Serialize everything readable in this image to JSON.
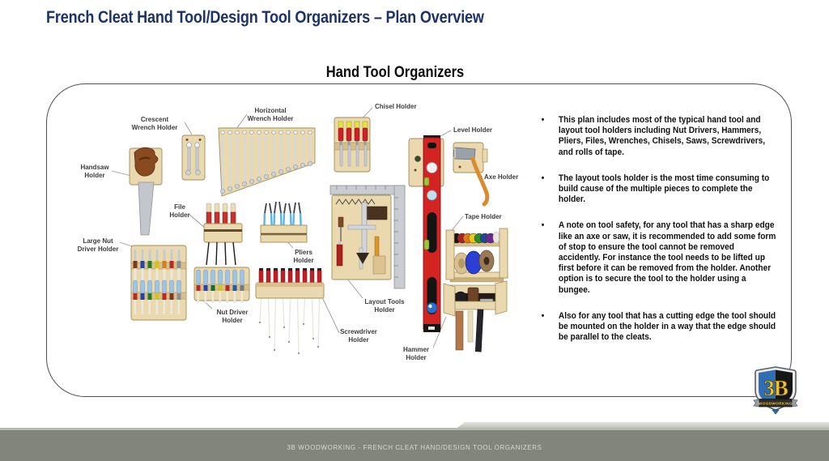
{
  "slide": {
    "title": "French Cleat Hand Tool/Design Tool Organizers – Plan Overview",
    "section_heading": "Hand Tool Organizers"
  },
  "panel": {
    "bullets": [
      "This plan includes most of the typical hand tool and layout tool holders including Nut Drivers, Hammers, Pliers, Files, Wrenches, Chisels, Saws, Screwdrivers, and rolls of tape.",
      "The layout tools holder is the most time consuming to build cause of the multiple pieces to complete the holder.",
      "A note on tool safety, for any tool that has a sharp edge like an axe or saw, it is recommended to add some form of stop to ensure the tool cannot be removed accidently. For instance the tool needs to be lifted up first before it can be removed from the holder. Another option is to secure the tool to the holder using a bungee.",
      "Also for any tool that has a cutting edge the tool should be mounted on the holder in a way that the edge should be parallel to the cleats."
    ]
  },
  "illustration_labels": {
    "crescent_wrench": "Crescent\nWrench Holder",
    "horizontal_wrench": "Horizontal\nWrench Holder",
    "handsaw": "Handsaw\nHolder",
    "chisel": "Chisel Holder",
    "level": "Level Holder",
    "axe": "Axe Holder",
    "file": "File\nHolder",
    "pliers": "Pliers\nHolder",
    "large_nut_driver": "Large Nut\nDriver Holder",
    "nut_driver": "Nut Driver\nHolder",
    "layout_tools": "Layout Tools\nHolder",
    "screwdriver": "Screwdriver\nHolder",
    "tape": "Tape Holder",
    "hammer": "Hammer\nHolder"
  },
  "footer": {
    "text": "3B WOODWORKING - FRENCH CLEAT HAND/DESIGN TOOL ORGANIZERS"
  },
  "logo": {
    "monogram": "3B",
    "wordmark": "WOODWORKING"
  },
  "colors": {
    "title_navy": "#1c3367",
    "heading_black": "#0b0b0b",
    "footer_bar": "#82857b",
    "wood_tan": "#ead9ae",
    "level_red": "#d42422",
    "logo_blue": "#2f6eb5",
    "logo_black": "#161616",
    "logo_yellow": "#f5c31d"
  }
}
